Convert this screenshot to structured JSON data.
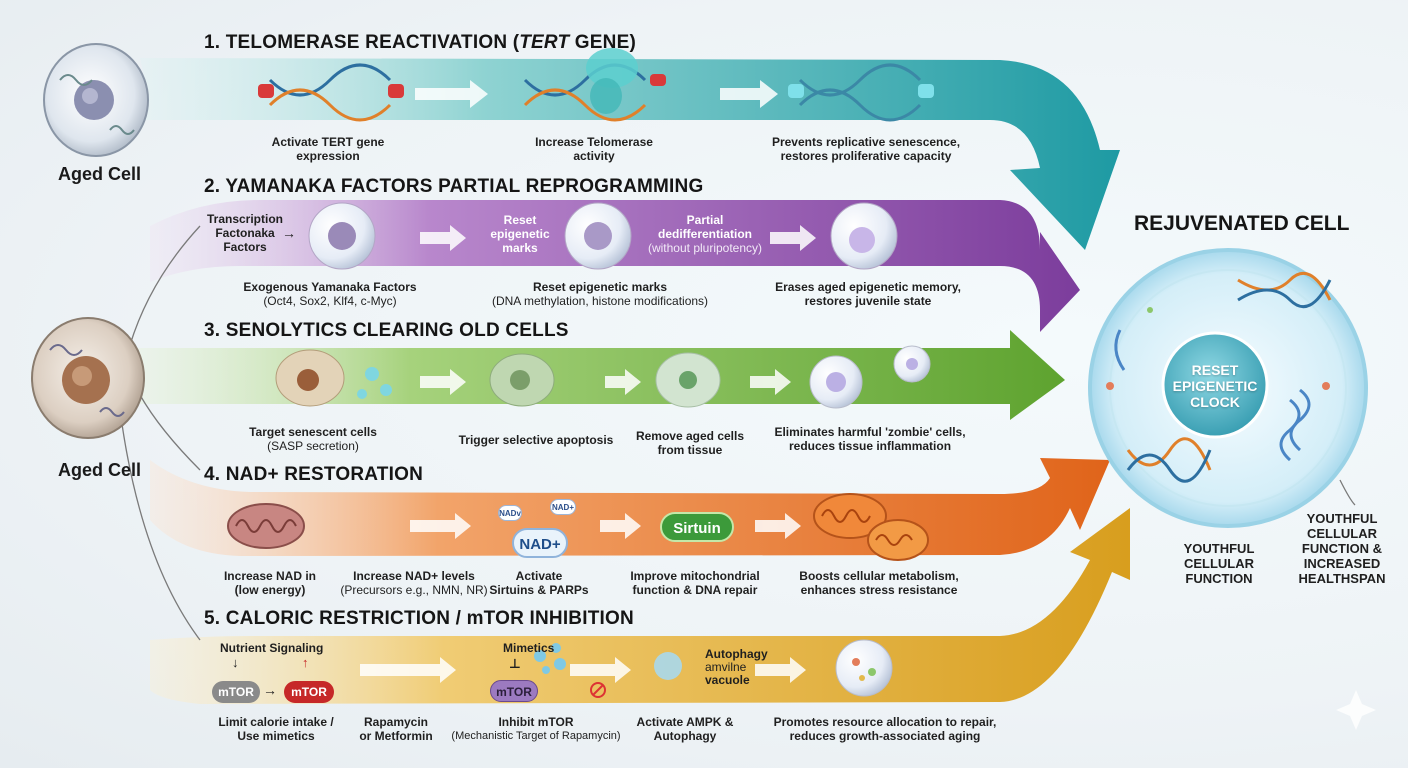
{
  "source_cells": {
    "top": "Aged Cell",
    "middle": "Aged Cell"
  },
  "target": {
    "title": "REJUVENATED CELL",
    "core_label": [
      "RESET",
      "EPIGENETIC",
      "CLOCK"
    ],
    "outcome_left": [
      "YOUTHFUL",
      "CELLULAR",
      "FUNCTION"
    ],
    "outcome_right": [
      "YOUTHFUL",
      "CELLULAR",
      "FUNCTION &",
      "INCREASED",
      "HEALTHSPAN"
    ]
  },
  "pathways": [
    {
      "title_prefix": "1. TELOMERASE REACTIVATION (",
      "title_italic": "TERT",
      "title_suffix": " GENE)",
      "color": "#2aa3a8",
      "steps": [
        {
          "lines": [
            "Activate TERT gene",
            "expression"
          ]
        },
        {
          "lines": [
            "Increase Telomerase",
            "activity"
          ]
        },
        {
          "lines": [
            "Prevents replicative senescence,",
            "restores proliferative capacity"
          ]
        }
      ]
    },
    {
      "title": "2. YAMANAKA FACTORS PARTIAL REPROGRAMMING",
      "color": "#8a4ea6",
      "inner": {
        "tf_label": [
          "Transcription",
          "Factonaka",
          "Factors"
        ],
        "reset_label": [
          "Reset",
          "epigenetic",
          "marks"
        ],
        "partial_label": [
          "Partial",
          "dedifferentiation"
        ],
        "partial_sub": "(without pluripotency)"
      },
      "steps": [
        {
          "lines": [
            "Exogenous Yamanaka Factors"
          ],
          "sub": "(Oct4, Sox2, Klf4, c-Myc)"
        },
        {
          "lines": [
            "Reset epigenetic marks"
          ],
          "sub": "(DNA methylation, histone modifications)"
        },
        {
          "lines": [
            "Erases aged epigenetic memory,",
            "restores juvenile state"
          ]
        }
      ]
    },
    {
      "title": "3. SENOLYTICS CLEARING OLD CELLS",
      "color": "#6cae3f",
      "steps": [
        {
          "lines": [
            "Target senescent cells"
          ],
          "sub": "(SASP secretion)"
        },
        {
          "lines": [
            "Trigger selective apoptosis"
          ]
        },
        {
          "lines": [
            "Remove aged cells",
            "from tissue"
          ]
        },
        {
          "lines": [
            "Eliminates harmful 'zombie' cells,",
            "reduces tissue inflammation"
          ]
        }
      ]
    },
    {
      "title": "4. NAD+ RESTORATION",
      "color": "#e56f22",
      "inner": {
        "nad_big": "NAD+",
        "nad_small_1": "NADv",
        "nad_small_2": "NAD+",
        "sirtuin": "Sirtuin"
      },
      "steps": [
        {
          "lines": [
            "Increase NAD in",
            "(low energy)"
          ]
        },
        {
          "lines": [
            "Increase NAD+ levels"
          ],
          "sub": "(Precursors e.g., NMN, NR)"
        },
        {
          "lines": [
            "Activate",
            "Sirtuins & PARPs"
          ]
        },
        {
          "lines": [
            "Improve mitochondrial",
            "function & DNA repair"
          ]
        },
        {
          "lines": [
            "Boosts cellular metabolism,",
            "enhances stress resistance"
          ]
        }
      ]
    },
    {
      "title": "5. CALORIC RESTRICTION / mTOR INHIBITION",
      "color": "#e0aa2c",
      "inner": {
        "nutrient": "Nutrient Signaling",
        "mtor_a": "mTOR",
        "mtor_b": "mTOR",
        "mimetics": "Mimetics",
        "mtor_c": "mTOR",
        "autophagy": [
          "Autophagy",
          "amvilne",
          "vacuole"
        ]
      },
      "steps": [
        {
          "lines": [
            "Limit calorie intake /",
            "Use mimetics"
          ]
        },
        {
          "lines": [
            "Rapamycin",
            "or Metformin"
          ]
        },
        {
          "lines": [
            "Inhibit mTOR"
          ],
          "sub": "(Mechanistic Target of Rapamycin)"
        },
        {
          "lines": [
            "Activate AMPK &",
            "Autophagy"
          ]
        },
        {
          "lines": [
            "Promotes resource allocation to repair,",
            "reduces growth-associated aging"
          ]
        }
      ]
    }
  ]
}
